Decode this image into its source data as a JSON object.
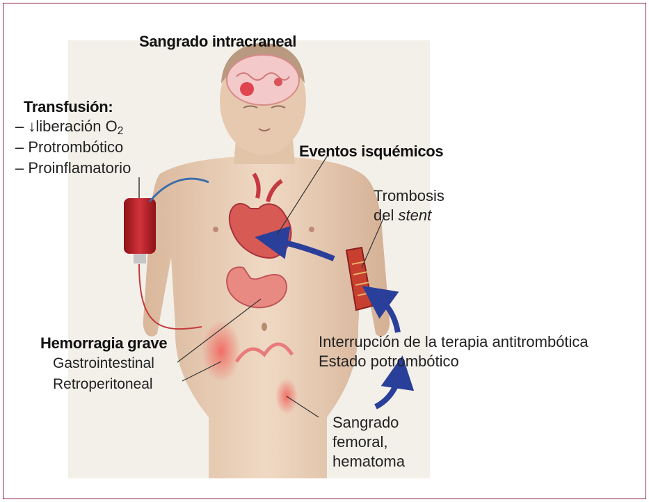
{
  "labels": {
    "intracranial": "Sangrado intracraneal",
    "transfusion_title": "Transfusión:",
    "transfusion_item1_pre": "– ↓liberación O",
    "transfusion_item1_sub": "2",
    "transfusion_item2": "– Protrombótico",
    "transfusion_item3": "– Proinflamatorio",
    "ischemic": "Eventos isquémicos",
    "stent_line1": "Trombosis",
    "stent_line2_pre": "del ",
    "stent_line2_italic": "stent",
    "hemorrhage_title": "Hemorragia grave",
    "gastro": "Gastrointestinal",
    "retro": "Retroperitoneal",
    "interruption": "Interrupción de la terapia antitrombótica",
    "prothrombotic": "Estado potrombótico",
    "femoral_line1": "Sangrado",
    "femoral_line2": "femoral,",
    "femoral_line3": "hematoma"
  },
  "colors": {
    "frame_border": "#8a1f3c",
    "skin": "#e8cdb4",
    "blood": "#c0262f",
    "arrow": "#2a3f9a"
  },
  "icons": {
    "blood_bag": "blood-bag-icon",
    "heart": "heart-icon",
    "stomach": "stomach-icon",
    "brain": "brain-icon",
    "stent_vessel": "vessel-icon"
  }
}
